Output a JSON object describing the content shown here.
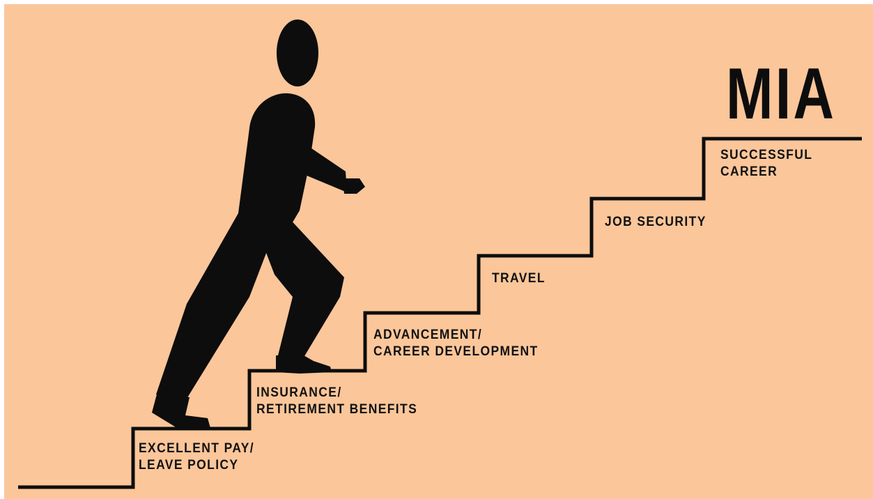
{
  "brand": {
    "title": "MIA"
  },
  "steps": [
    {
      "label": "EXCELLENT PAY/\nLEAVE POLICY"
    },
    {
      "label": "INSURANCE/\nRETIREMENT BENEFITS"
    },
    {
      "label": "ADVANCEMENT/\nCAREER DEVELOPMENT"
    },
    {
      "label": "TRAVEL"
    },
    {
      "label": "JOB SECURITY"
    },
    {
      "label": "SUCCESSFUL\nCAREER"
    }
  ],
  "colors": {
    "background": "#fbc69a",
    "ink": "#0d0d0d"
  },
  "figure": {
    "icon": "person-climbing-stairs-icon"
  }
}
